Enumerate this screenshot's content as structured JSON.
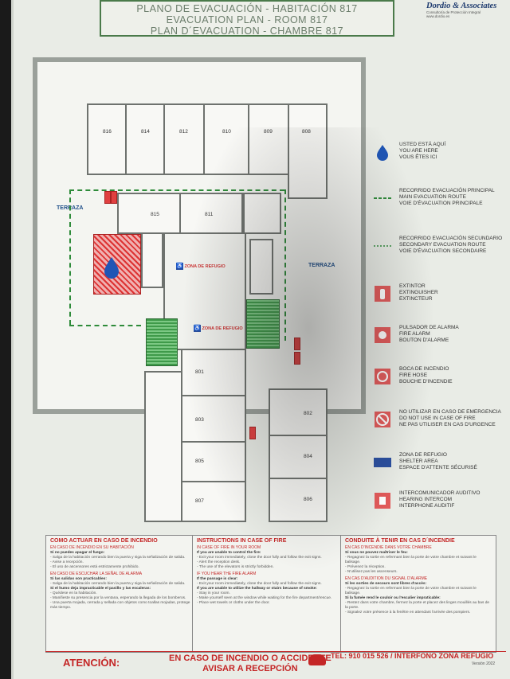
{
  "header": {
    "title_es": "PLANO DE EVACUACIÓN - HABITACIÓN 817",
    "title_en": "EVACUATION PLAN - ROOM 817",
    "title_fr": "PLAN D´EVACUATION - CHAMBRE 817"
  },
  "logo": {
    "name": "Dordio & Associates",
    "tagline": "Consultoría de Protección Integral",
    "url": "www.dordio.es"
  },
  "plan": {
    "rooms": [
      "816",
      "814",
      "812",
      "810",
      "809",
      "808",
      "815",
      "811",
      "801",
      "803",
      "805",
      "807",
      "802",
      "804",
      "806"
    ],
    "terraza_left": "TERRAZA",
    "terraza_right": "TERRAZA",
    "refuge_1": "ZONA DE REFUGIO",
    "refuge_2": "ZONA DE REFUGIO"
  },
  "legend": [
    {
      "icon": "you-are-here-icon",
      "lines": [
        "USTED ESTÁ AQUÍ",
        "YOU ARE HERE",
        "VOUS ÊTES ICI"
      ]
    },
    {
      "icon": "main-route-icon",
      "lines": [
        "RECORRIDO EVACUACIÓN PRINCIPAL",
        "MAIN EVACUATION ROUTE",
        "VOIE D'ÉVACUATION PRINCIPALE"
      ]
    },
    {
      "icon": "secondary-route-icon",
      "lines": [
        "RECORRIDO EVACUACIÓN SECUNDARIO",
        "SECONDARY EVACUATION ROUTE",
        "VOIE D'ÉVACUATION SECONDAIRE"
      ]
    },
    {
      "icon": "extinguisher-icon",
      "lines": [
        "EXTINTOR",
        "EXTINGUISHER",
        "EXTINCTEUR"
      ]
    },
    {
      "icon": "fire-alarm-icon",
      "lines": [
        "PULSADOR DE ALARMA",
        "FIRE ALARM",
        "BOUTON D'ALARME"
      ]
    },
    {
      "icon": "fire-hose-icon",
      "lines": [
        "BOCA DE INCENDIO",
        "FIRE HOSE",
        "BOUCHE D'INCENDIE"
      ]
    },
    {
      "icon": "no-elevator-icon",
      "lines": [
        "NO UTILIZAR EN CASO DE EMERGENCIA",
        "DO NOT USE IN CASE OF FIRE",
        "NE PAS UTILISER EN CAS D'URGENCE"
      ]
    },
    {
      "icon": "refuge-zone-icon",
      "lines": [
        "ZONA DE REFUGIO",
        "SHELTER AREA",
        "ESPACE D'ATTENTE SÉCURISÉ"
      ]
    },
    {
      "icon": "intercom-icon",
      "lines": [
        "INTERCOMUNICADOR AUDITIVO",
        "HEARING INTERCOM",
        "INTERPHONE AUDITIF"
      ]
    }
  ],
  "instructions": {
    "es": {
      "title": "COMO ACTUAR EN CASO DE INCENDIO",
      "sub1": "EN CASO DE INCENDIO EN SU HABITACIÓN",
      "l1": "Si no puedes apagar el fuego:",
      "l2": "- Salga de la habitación cerrando bien la puerta y siga la señalización de salida.",
      "l3": "- Avise a recepción.",
      "l4": "- El uso de ascensores está estrictamente prohibido.",
      "sub2": "EN CASO DE ESCUCHAR LA SEÑAL DE ALARMA",
      "l5": "Si las salidas son practicables:",
      "l6": "- Salga de la habitación cerrando bien la puerta y siga la señalización de salida.",
      "l7": "Si el humo deja impracticable el pasillo y las escaleras:",
      "l8": "- Quédese en la habitación.",
      "l9": "- Manifieste su presencia por la ventana, esperando la llegada de los bomberos.",
      "l10": "- Una puerta mojada, cerrada y sellada con objetos como toallas mojadas, protege más tiempo."
    },
    "en": {
      "title": "INSTRUCTIONS IN CASE OF FIRE",
      "sub1": "IN CASE OF FIRE IN YOUR ROOM",
      "l1": "If you are unable to control the fire:",
      "l2": "- Exit your room immediately, close the door fully and follow the exit signs.",
      "l3": "- Alert the reception desk.",
      "l4": "- The use of the elevators is strictly forbidden.",
      "sub2": "IF YOU HEAR THE FIRE ALARM",
      "l5": "If the passage is clear:",
      "l6": "- Exit your room immediately, close the door fully and follow the exit signs.",
      "l7": "If you are unable to utilize the hallway or stairs because of smoke:",
      "l8": "- Stay in your room.",
      "l9": "- Make yourself seen at the window while waiting for the fire department/rescue.",
      "l10": "- Place wet towels or cloths under the door."
    },
    "fr": {
      "title": "CONDUITE À TENIR EN CAS D´INCENDIE",
      "sub1": "EN CAS D'INCENDIE DANS VOTRE CHAMBRE",
      "l1": "Si vous ne pouvez maîtriser le feu:",
      "l2": "- Regagnez la sortie en refermant bien la porte de votre chambre et suivant le balisage.",
      "l3": "- Prévenez la réception.",
      "l4": "- N'utilisez pas les ascenseurs.",
      "sub2": "EN CAS D'AUDITION DU SIGNAL D'ALARME",
      "l5": "Si les sorties de secours sont libres d'accès:",
      "l6": "- Regagnez la sortie en refermant bien la porte de votre chambre et suivant le balisage.",
      "l7": "Si la fumée rend le couloir ou l'escalier impraticable:",
      "l8": "- Restez dans votre chambre, fermez la porte et placez des linges mouillés au bas de la porte.",
      "l9": "- Signalez votre présence à la fenêtre en attendant l'arrivée des pompiers."
    }
  },
  "footer": {
    "attention": "ATENCIÓN:",
    "msg_line1": "EN CASO DE INCENDIO O ACCIDENTE",
    "msg_line2": "AVISAR A RECEPCIÓN",
    "tel": "TEL: 910 015 526 / INTERFONO ZONA REFUGIO",
    "version": "Versión 2022"
  }
}
